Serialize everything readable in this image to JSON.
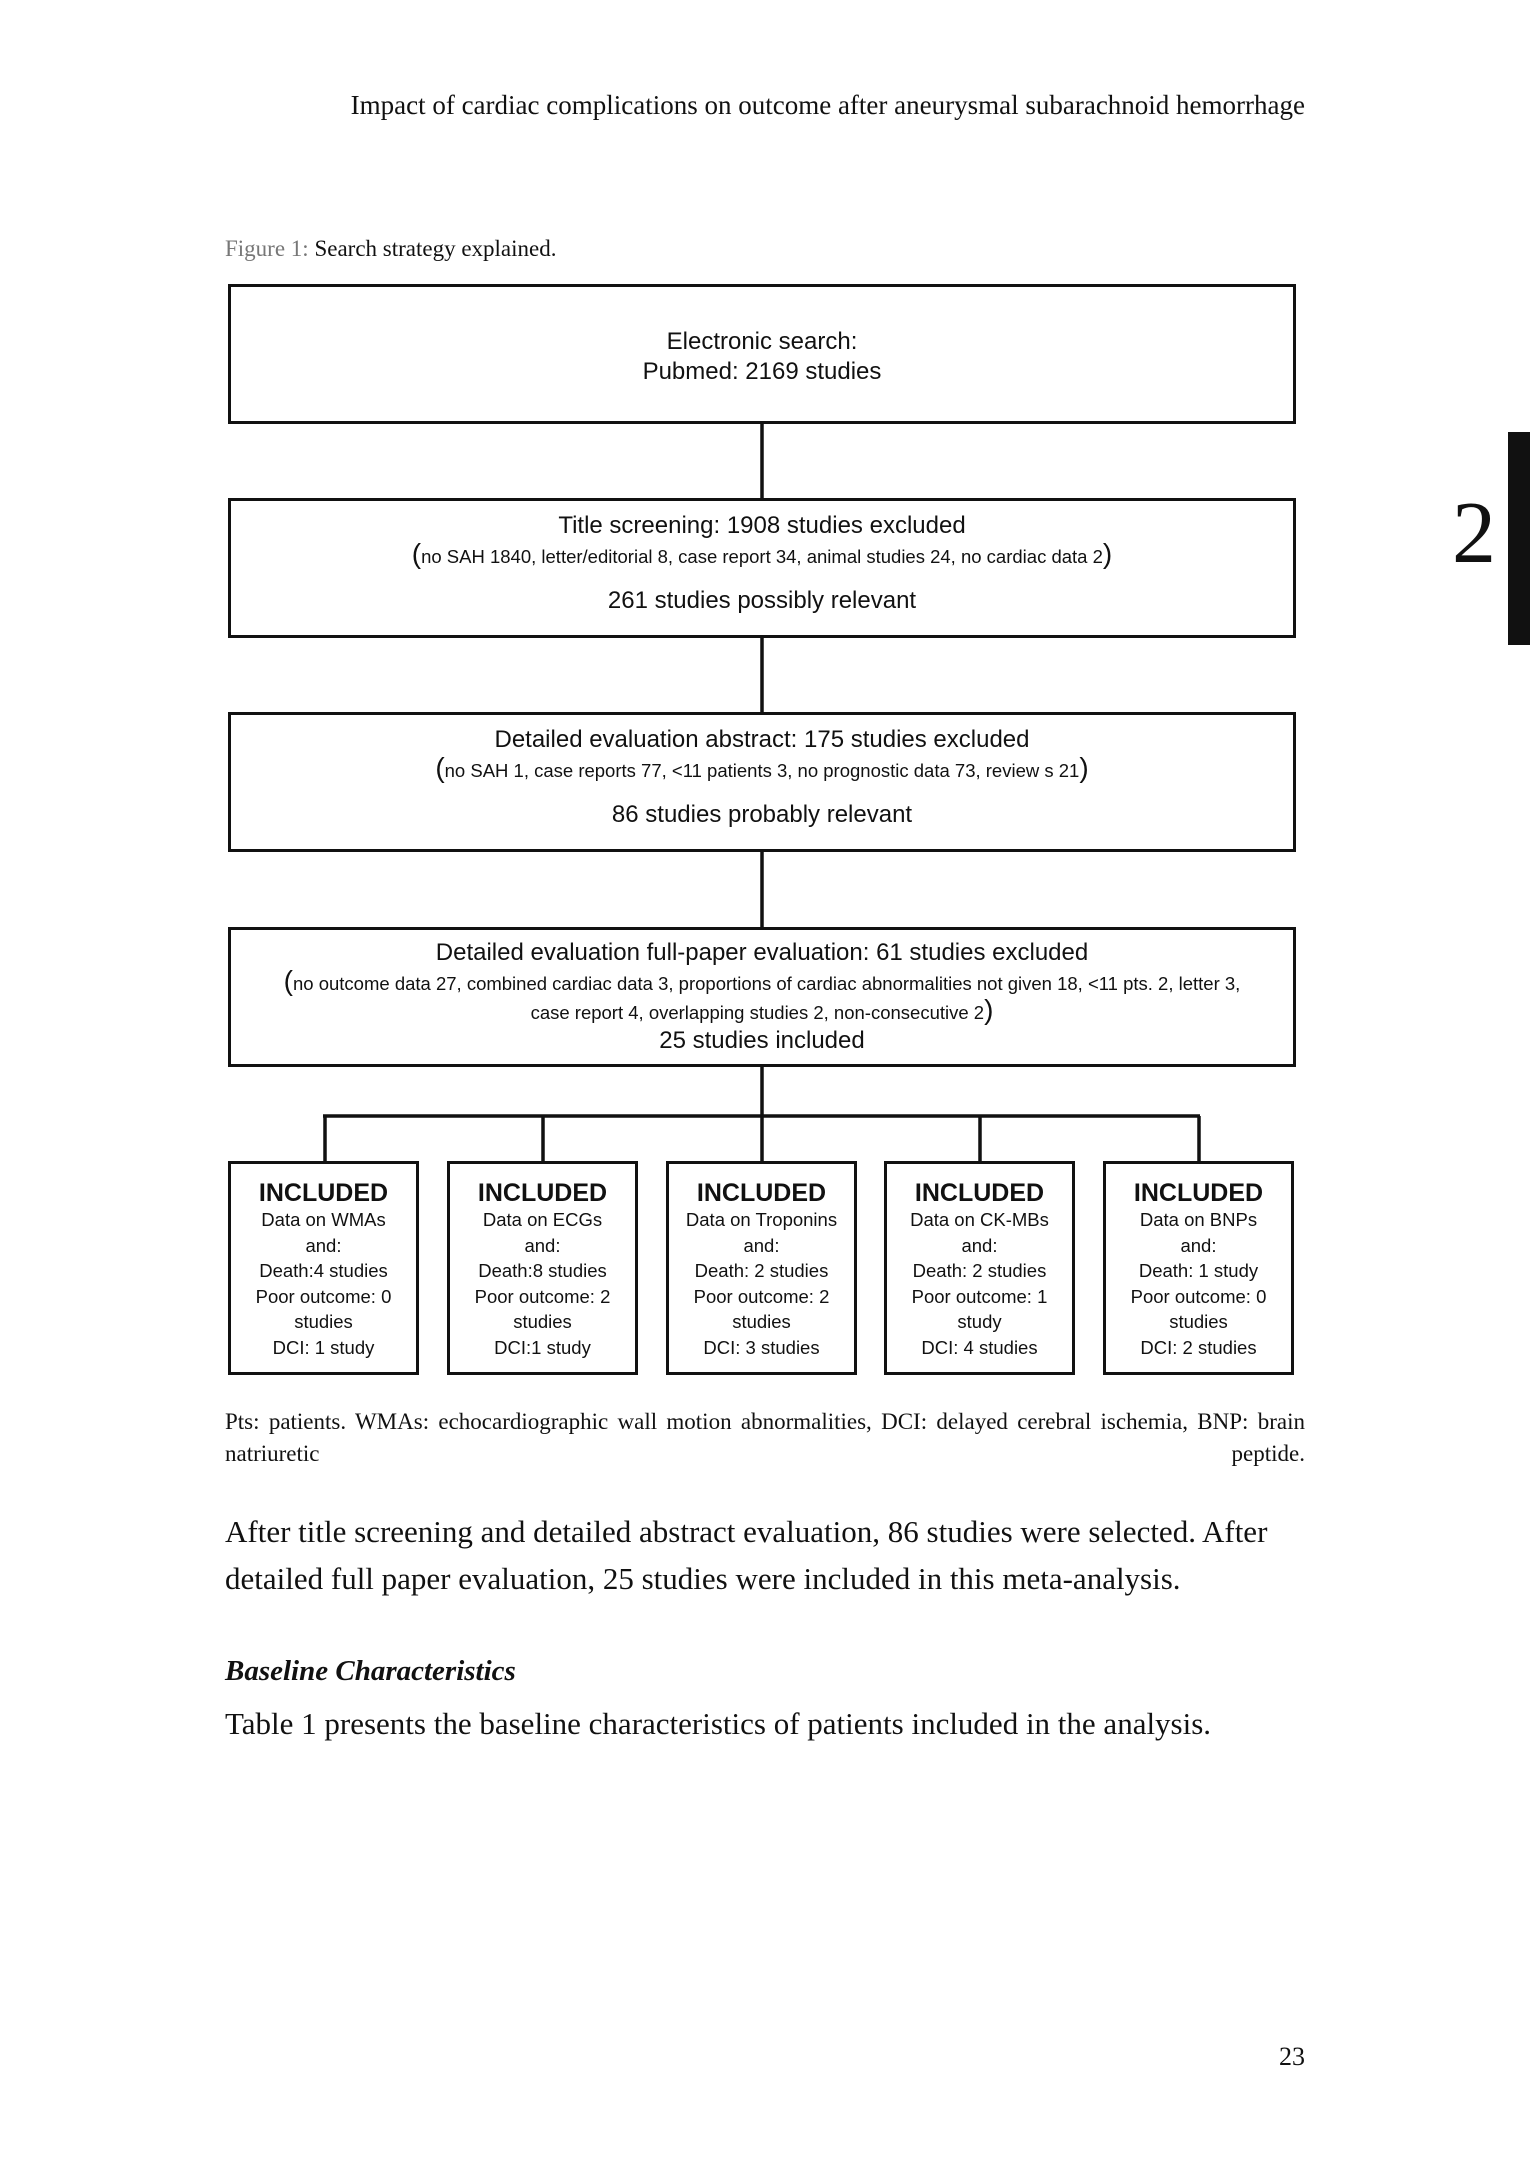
{
  "header": {
    "running_title": "Impact of cardiac complications on outcome after aneurysmal subarachnoid hemorrhage"
  },
  "chapter": {
    "number": "2"
  },
  "figure": {
    "label": "Figure 1:",
    "caption": "Search strategy explained.",
    "search_box": {
      "line1": "Electronic search:",
      "line2": "Pubmed: 2169 studies"
    },
    "title_box": {
      "line1": "Title screening: 1908 studies excluded",
      "detail": "no SAH 1840, letter/editorial 8, case report 34, animal studies 24, no cardiac data 2",
      "result": "261 studies possibly relevant"
    },
    "abstract_box": {
      "line1": "Detailed evaluation abstract: 175 studies excluded",
      "detail": "no SAH 1, case reports 77, <11 patients 3, no prognostic data 73, review s 21",
      "result": "86 studies probably relevant"
    },
    "fullpaper_box": {
      "line1": "Detailed evaluation full-paper evaluation: 61 studies excluded",
      "detail1": "no outcome data 27, combined cardiac data 3, proportions of cardiac abnormalities not given 18, <11 pts. 2, letter 3,",
      "detail2": "case report 4, overlapping studies 2, non-consecutive 2",
      "result": "25 studies included"
    },
    "included": [
      {
        "title": "INCLUDED",
        "lines": [
          "Data on WMAs",
          "and:",
          "Death:4 studies",
          "Poor outcome: 0",
          "studies",
          "DCI: 1 study"
        ]
      },
      {
        "title": "INCLUDED",
        "lines": [
          "Data on ECGs",
          "and:",
          "Death:8 studies",
          "Poor outcome: 2",
          "studies",
          "DCI:1 study"
        ]
      },
      {
        "title": "INCLUDED",
        "lines": [
          "Data on Troponins",
          "and:",
          "Death: 2 studies",
          "Poor outcome: 2",
          "studies",
          "DCI: 3 studies"
        ]
      },
      {
        "title": "INCLUDED",
        "lines": [
          "Data on CK-MBs",
          "and:",
          "Death: 2 studies",
          "Poor outcome: 1",
          "study",
          "DCI: 4 studies"
        ]
      },
      {
        "title": "INCLUDED",
        "lines": [
          "Data on BNPs",
          "and:",
          "Death: 1 study",
          "Poor outcome: 0",
          "studies",
          "DCI: 2 studies"
        ]
      }
    ],
    "note": "Pts: patients. WMAs: echocardiographic wall motion abnormalities, DCI: delayed cerebral ischemia, BNP: brain natriuretic peptide."
  },
  "body": {
    "paragraph1": "After title screening and detailed abstract evaluation, 86 studies were selected. After detailed full paper evaluation, 25 studies were included in this meta-analysis.",
    "section_heading": "Baseline Characteristics",
    "paragraph2": "Table 1 presents the baseline characteristics of patients included in the analysis."
  },
  "page_number": "23"
}
